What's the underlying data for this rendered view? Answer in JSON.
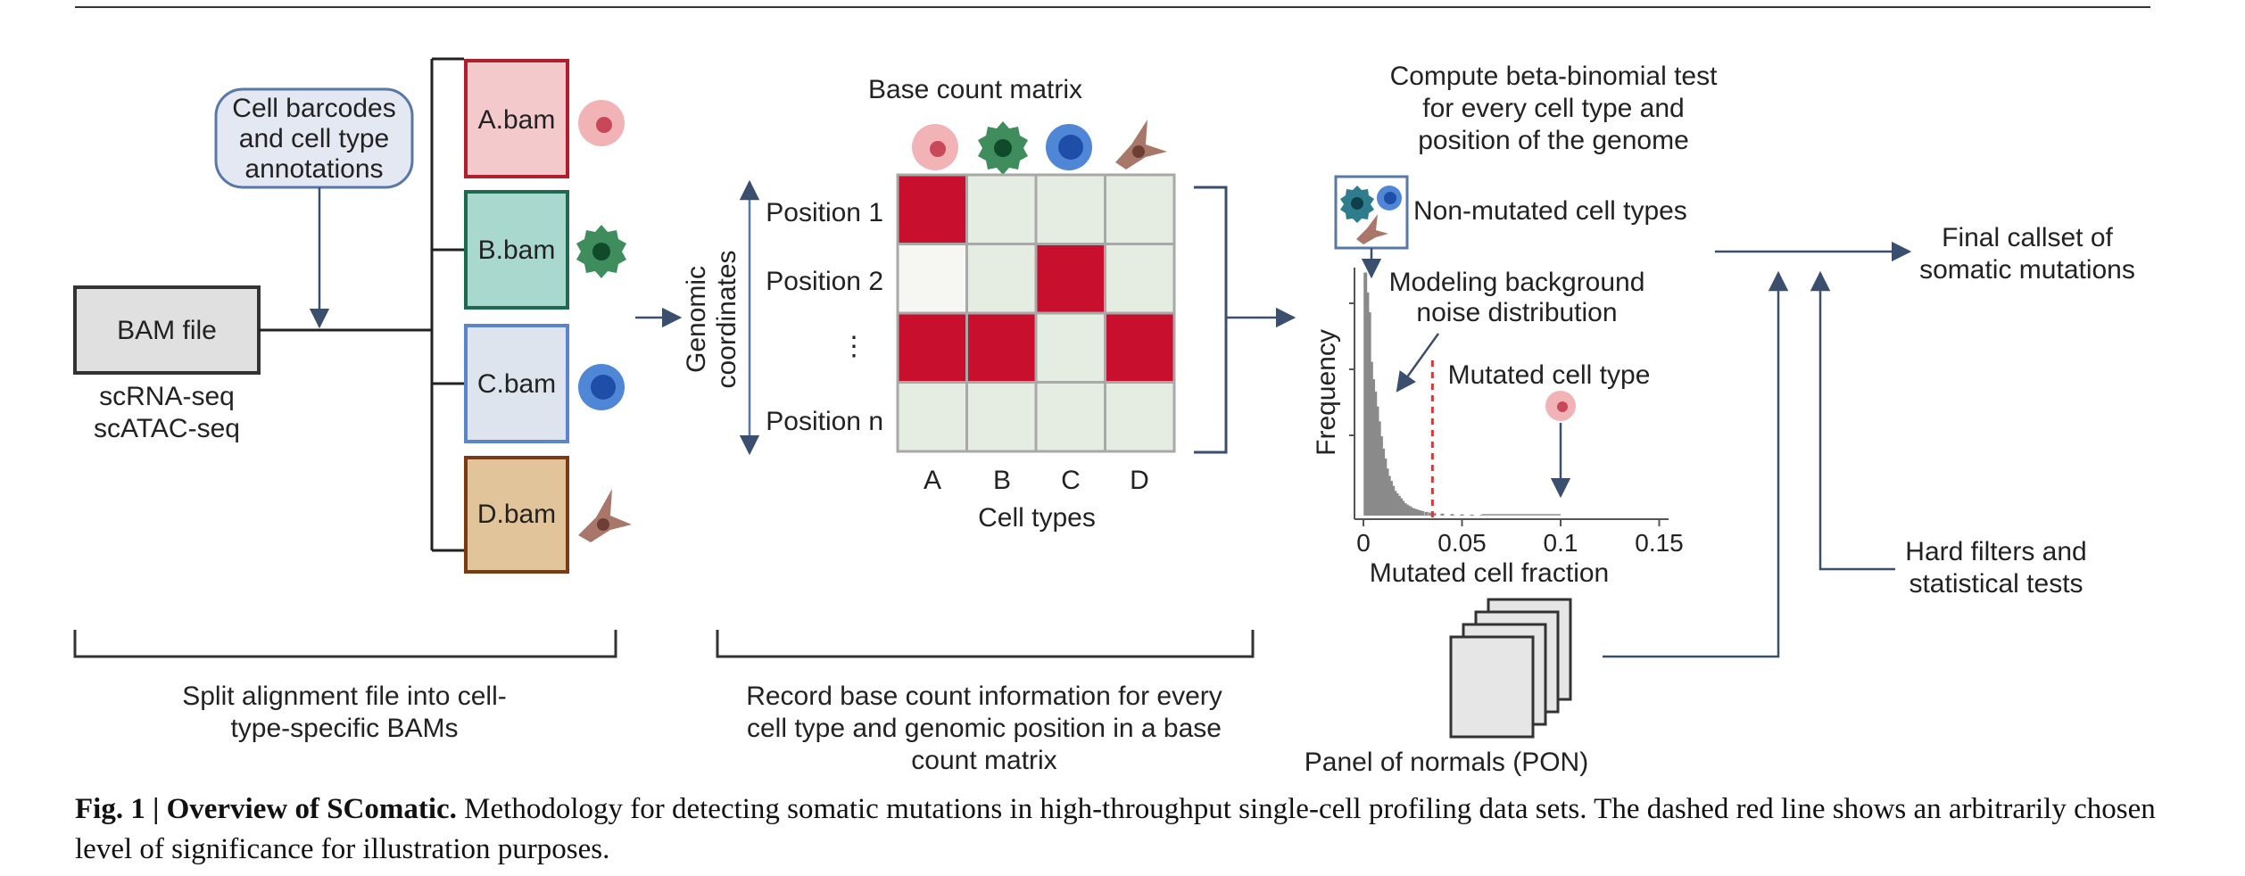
{
  "diagram": {
    "input": {
      "bam_file": "BAM file",
      "modalities": [
        "scRNA-seq",
        "scATAC-seq"
      ],
      "annotation": [
        "Cell barcodes",
        "and cell type",
        "annotations"
      ]
    },
    "split_bams": [
      {
        "label": "A.bam",
        "fill": "#f3c9cc",
        "stroke": "#b01f2e",
        "cell": "round-pink"
      },
      {
        "label": "B.bam",
        "fill": "#a9d8cf",
        "stroke": "#1e6a50",
        "cell": "spiky-green"
      },
      {
        "label": "C.bam",
        "fill": "#dde4ee",
        "stroke": "#5a85c8",
        "cell": "round-blue"
      },
      {
        "label": "D.bam",
        "fill": "#e2c49a",
        "stroke": "#7a3a14",
        "cell": "fibroblast-brown"
      }
    ],
    "step1_caption": [
      "Split alignment file into cell-",
      "type-specific BAMs"
    ],
    "matrix": {
      "title": "Base count matrix",
      "axis_label": [
        "Genomic",
        "coordinates"
      ],
      "rows": [
        "Position 1",
        "Position 2",
        "⋮",
        "Position n"
      ],
      "columns": [
        "A",
        "B",
        "C",
        "D"
      ],
      "xlabel": "Cell types",
      "cells": [
        [
          "red",
          "light",
          "light",
          "light"
        ],
        [
          "white",
          "light",
          "red",
          "light"
        ],
        [
          "red",
          "red",
          "light",
          "red"
        ],
        [
          "light",
          "light",
          "light",
          "light"
        ]
      ],
      "colors": {
        "red": "#c8102e",
        "light": "#e5ede2",
        "white": "#f6f6f2"
      }
    },
    "step2_caption": [
      "Record base count information for every",
      "cell type and genomic position in a base",
      "count matrix"
    ],
    "test": {
      "title": [
        "Compute beta-binomial test",
        "for every cell type and",
        "position of the genome"
      ],
      "non_mutated": "Non-mutated cell types",
      "background": [
        "Modeling background",
        "noise distribution"
      ],
      "mutated": "Mutated cell type",
      "ylabel": "Frequency",
      "xlabel": "Mutated cell fraction",
      "xticks": [
        "0",
        "0.05",
        "0.1",
        "0.15"
      ],
      "threshold_color": "#d43a3a"
    },
    "pon": "Panel of normals (PON)",
    "output": [
      "Final callset of",
      "somatic mutations"
    ],
    "filters": [
      "Hard filters and",
      "statistical tests"
    ]
  },
  "chart_data": {
    "type": "histogram",
    "xlabel": "Mutated cell fraction",
    "ylabel": "Frequency",
    "xlim": [
      0,
      0.16
    ],
    "threshold": 0.035,
    "mutated_point": 0.1,
    "bins": [
      0.001,
      0.002,
      0.003,
      0.004,
      0.005,
      0.006,
      0.007,
      0.008,
      0.009,
      0.01,
      0.011,
      0.012,
      0.013,
      0.014,
      0.015,
      0.016,
      0.017,
      0.018,
      0.019,
      0.02,
      0.021,
      0.022,
      0.023,
      0.024,
      0.025,
      0.026,
      0.027,
      0.028,
      0.029,
      0.03,
      0.032,
      0.034,
      0.036,
      0.04,
      0.045,
      0.05,
      0.055,
      0.06
    ],
    "counts": [
      0.98,
      0.9,
      0.82,
      0.62,
      0.55,
      0.5,
      0.44,
      0.38,
      0.32,
      0.27,
      0.23,
      0.19,
      0.16,
      0.14,
      0.12,
      0.1,
      0.09,
      0.08,
      0.07,
      0.06,
      0.05,
      0.045,
      0.04,
      0.035,
      0.03,
      0.028,
      0.025,
      0.022,
      0.02,
      0.018,
      0.015,
      0.012,
      0.01,
      0.008,
      0.006,
      0.005,
      0.004,
      0.003
    ]
  },
  "caption": {
    "label": "Fig. 1 | Overview of SComatic.",
    "text": " Methodology for detecting somatic mutations in high-throughput single-cell profiling data sets. The dashed red line shows an arbitrarily chosen level of significance for illustration purposes."
  }
}
